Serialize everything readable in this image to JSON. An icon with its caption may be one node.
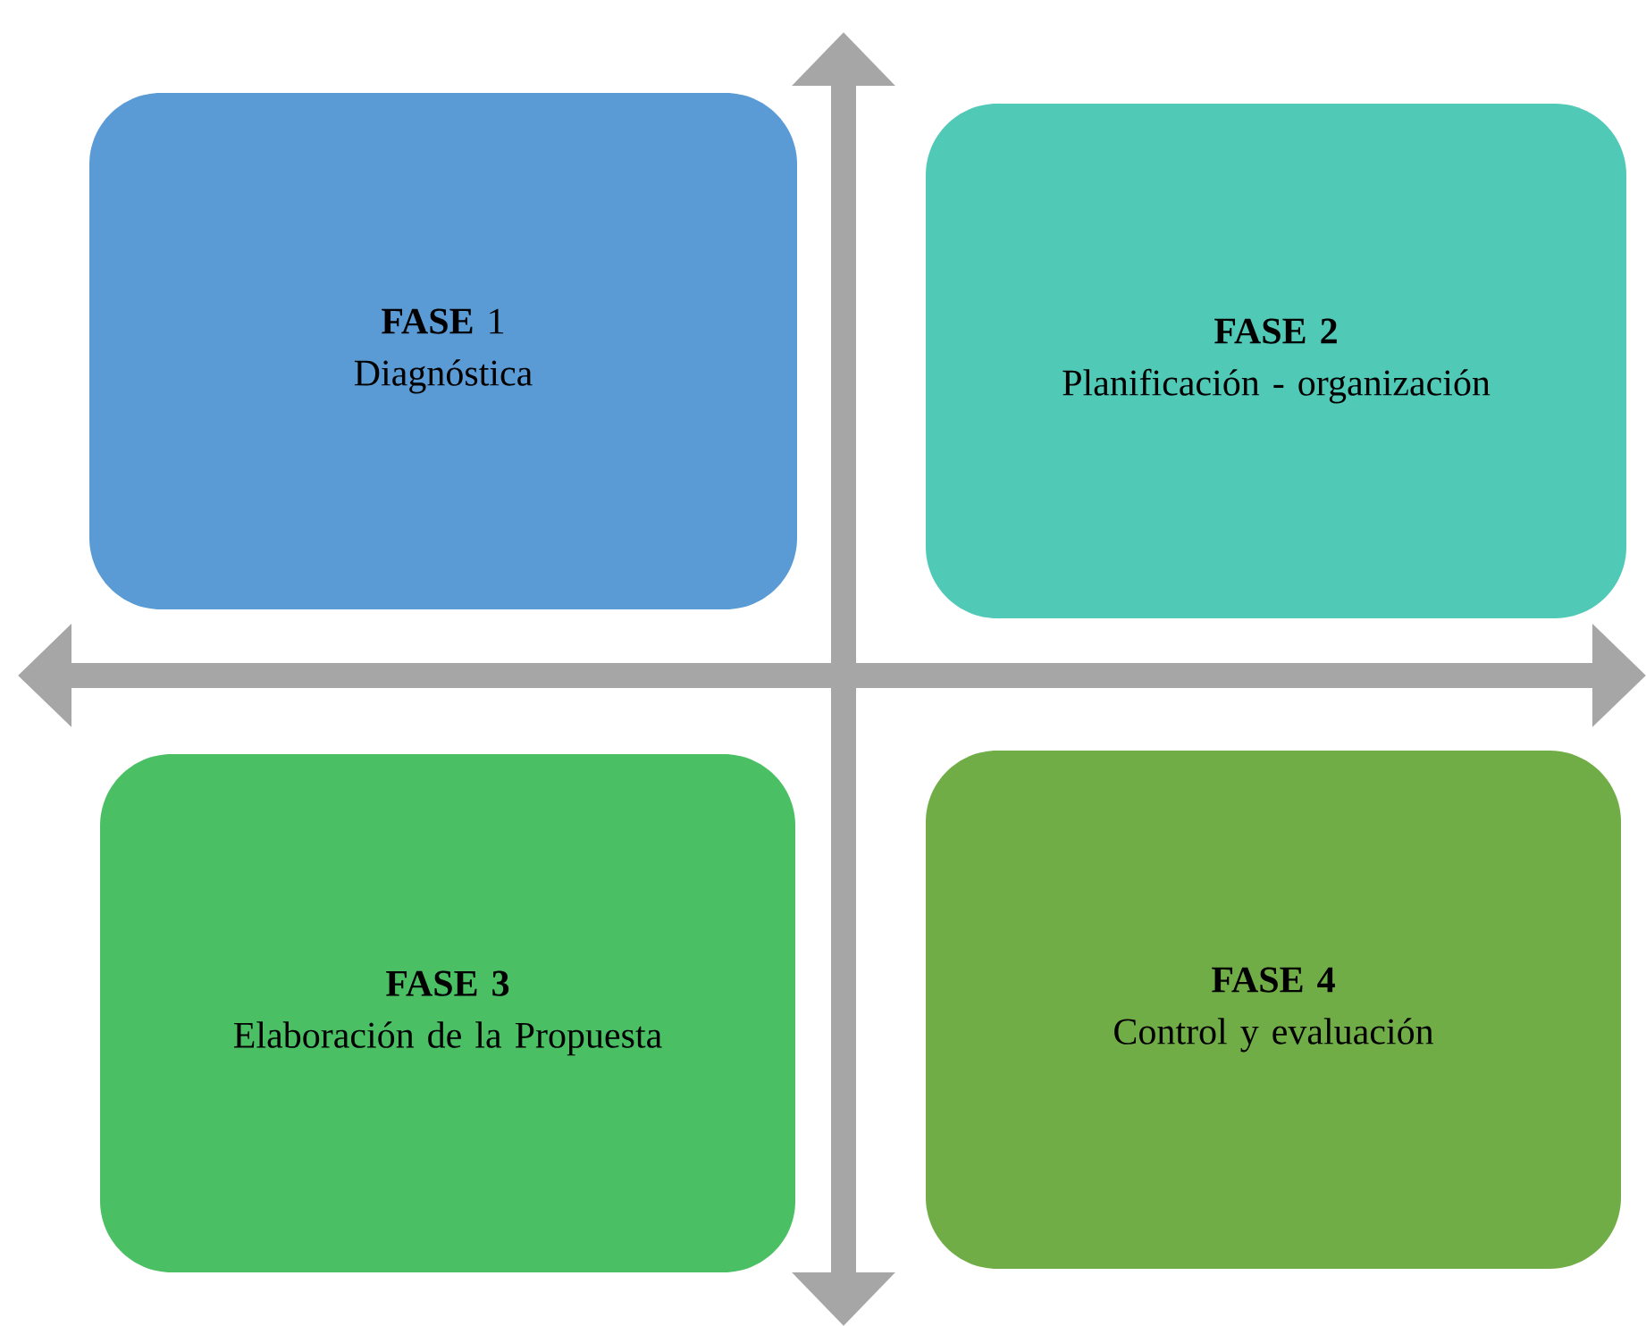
{
  "diagram": {
    "nodes": [
      {
        "text": [
          "**FASE** 1",
          "Diagnóstica"
        ]
      },
      {
        "text": [
          "FASE 2",
          "Planificación - organización"
        ]
      },
      {
        "text": [
          "FASE 3",
          "Elaboración de la Propuesta"
        ]
      },
      {
        "text": [
          "FASE 4",
          "Control y evaluación"
        ]
      }
    ]
  }
}
